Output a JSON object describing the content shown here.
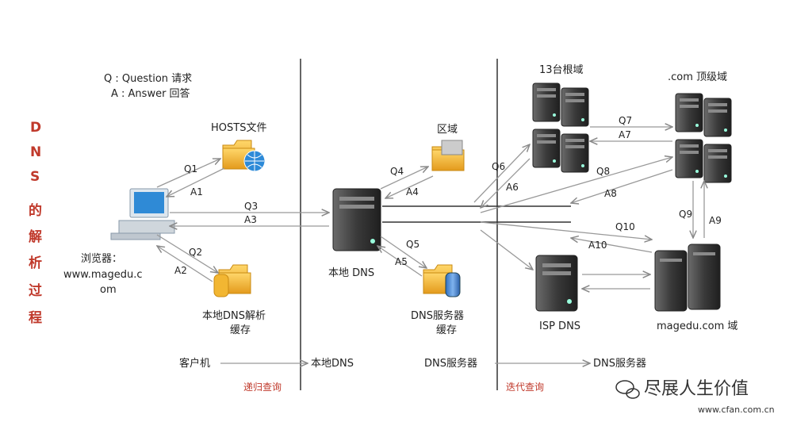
{
  "title_vertical": [
    "D",
    "N",
    "S",
    "的",
    "解",
    "析",
    "过",
    "程"
  ],
  "legend": {
    "q": "Q : Question 请求",
    "a": "A : Answer 回答"
  },
  "nodes": {
    "hosts": "HOSTS文件",
    "browser_l1": "浏览器：",
    "browser_l2": "www.magedu.c",
    "browser_l3": "om",
    "local_cache_l1": "本地DNS解析",
    "local_cache_l2": "缓存",
    "zone": "区域",
    "local_dns": "本地 DNS",
    "dns_cache_l1": "DNS服务器",
    "dns_cache_l2": "缓存",
    "root": "13台根域",
    "com": ".com 顶级域",
    "isp": "ISP DNS",
    "magedu": "magedu.com 域"
  },
  "arrows": {
    "q1": "Q1",
    "a1": "A1",
    "q2": "Q2",
    "a2": "A2",
    "q3": "Q3",
    "a3": "A3",
    "q4": "Q4",
    "a4": "A4",
    "q5": "Q5",
    "a5": "A5",
    "q6": "Q6",
    "a6": "A6",
    "q7": "Q7",
    "a7": "A7",
    "q8": "Q8",
    "a8": "A8",
    "q9": "Q9",
    "a9": "A9",
    "q10": "Q10",
    "a10": "A10"
  },
  "bottom": {
    "client": "客户机",
    "local_dns": "本地DNS",
    "recursive": "递归查询",
    "dns_server_1": "DNS服务器",
    "dns_server_2": "DNS服务器",
    "iterative": "迭代查询"
  },
  "watermark": {
    "text": "尽展人生价值",
    "url": "www.cfan.com.cn"
  },
  "colors": {
    "accent_red": "#c0392b",
    "folder_yellow": "#f2b632",
    "server_dark": "#3a3a3a",
    "arrow_gray": "#999999"
  }
}
